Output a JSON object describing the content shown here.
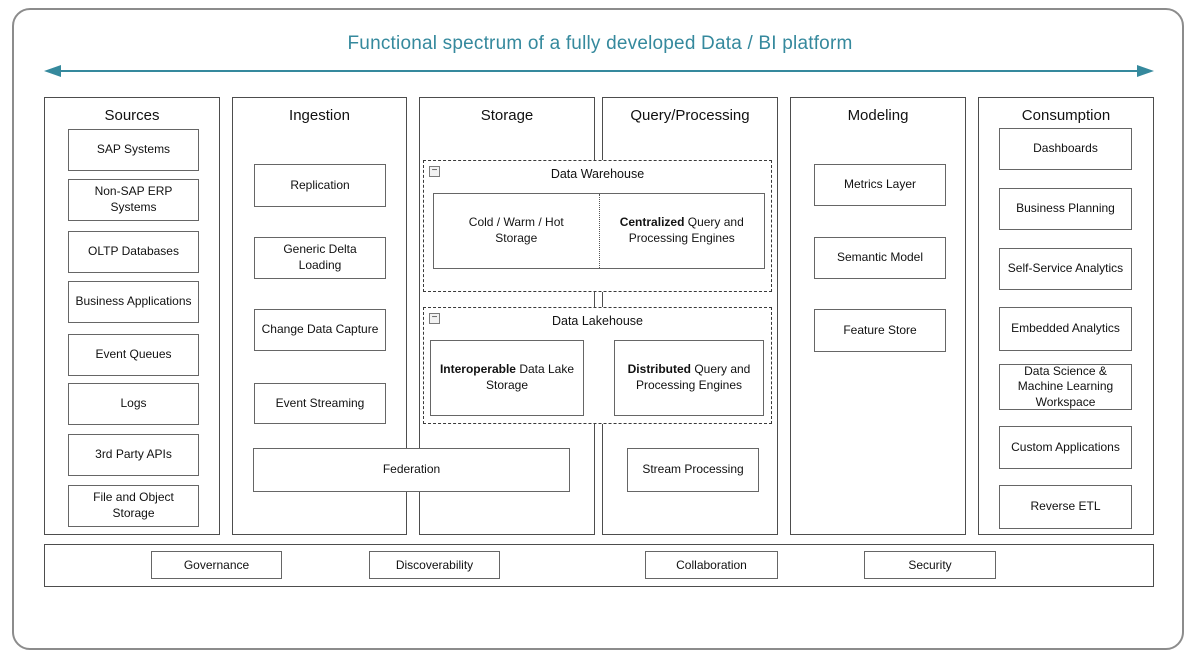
{
  "title": "Functional spectrum of a fully developed Data / BI platform",
  "colors": {
    "accent_teal": "#35899d",
    "column_border": "#4d4d4d",
    "box_border": "#666666",
    "dashed_group_border": "#3a3a3a",
    "outer_frame": "#8c8c8c"
  },
  "icons": {
    "collapse_toggle": "−",
    "spectrum_arrow": "double-headed-horizontal-arrow"
  },
  "columns": [
    {
      "label": "Sources",
      "items": [
        "SAP Systems",
        "Non-SAP ERP Systems",
        "OLTP Databases",
        "Business Applications",
        "Event Queues",
        "Logs",
        "3rd Party APIs",
        "File and Object Storage"
      ]
    },
    {
      "label": "Ingestion",
      "items": [
        "Replication",
        "Generic Delta Loading",
        "Change Data Capture",
        "Event Streaming"
      ]
    },
    {
      "label": "Storage",
      "items": []
    },
    {
      "label": "Query/Processing",
      "items": []
    },
    {
      "label": "Modeling",
      "items": [
        "Metrics Layer",
        "Semantic Model",
        "Feature Store"
      ]
    },
    {
      "label": "Consumption",
      "items": [
        "Dashboards",
        "Business Planning",
        "Self-Service Analytics",
        "Embedded Analytics",
        "Data Science & Machine Learning Workspace",
        "Custom Applications",
        "Reverse ETL"
      ]
    }
  ],
  "groups": {
    "warehouse": {
      "label": "Data Warehouse",
      "storage_text": "Cold / Warm / Hot Storage",
      "engine_bold": "Centralized",
      "engine_rest": " Query and Processing Engines"
    },
    "lakehouse": {
      "label": "Data Lakehouse",
      "storage_bold": "Interoperable",
      "storage_rest": " Data Lake Storage",
      "engine_bold": "Distributed",
      "engine_rest": " Query and Processing Engines"
    }
  },
  "overlays": {
    "federation": "Federation",
    "stream_processing": "Stream Processing"
  },
  "bottom_bar": {
    "items": [
      "Governance",
      "Discoverability",
      "Collaboration",
      "Security"
    ]
  }
}
